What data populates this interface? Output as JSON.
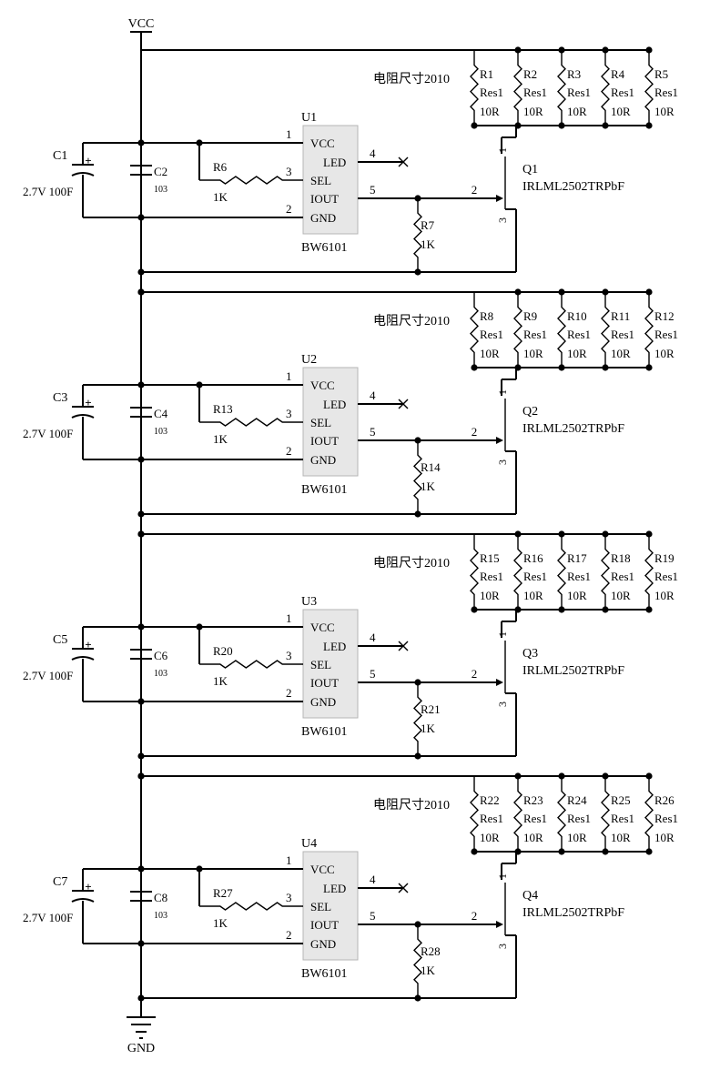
{
  "power": {
    "vcc_label": "VCC",
    "gnd_label": "GND"
  },
  "stages": [
    {
      "note": "电阻尺寸2010",
      "cap_main": {
        "ref": "C1",
        "value": "2.7V 100F"
      },
      "cap_dec": {
        "ref": "C2",
        "value": "103"
      },
      "r_sel": {
        "ref": "R6",
        "value": "1K"
      },
      "chip": {
        "ref": "U1",
        "part": "BW6101"
      },
      "r_gate": {
        "ref": "R7",
        "value": "1K"
      },
      "mosfet": {
        "ref": "Q1",
        "part": "IRLML2502TRPbF"
      },
      "loads": [
        {
          "ref": "R1",
          "type": "Res1",
          "value": "10R"
        },
        {
          "ref": "R2",
          "type": "Res1",
          "value": "10R"
        },
        {
          "ref": "R3",
          "type": "Res1",
          "value": "10R"
        },
        {
          "ref": "R4",
          "type": "Res1",
          "value": "10R"
        },
        {
          "ref": "R5",
          "type": "Res1",
          "value": "10R"
        }
      ]
    },
    {
      "note": "电阻尺寸2010",
      "cap_main": {
        "ref": "C3",
        "value": "2.7V 100F"
      },
      "cap_dec": {
        "ref": "C4",
        "value": "103"
      },
      "r_sel": {
        "ref": "R13",
        "value": "1K"
      },
      "chip": {
        "ref": "U2",
        "part": "BW6101"
      },
      "r_gate": {
        "ref": "R14",
        "value": "1K"
      },
      "mosfet": {
        "ref": "Q2",
        "part": "IRLML2502TRPbF"
      },
      "loads": [
        {
          "ref": "R8",
          "type": "Res1",
          "value": "10R"
        },
        {
          "ref": "R9",
          "type": "Res1",
          "value": "10R"
        },
        {
          "ref": "R10",
          "type": "Res1",
          "value": "10R"
        },
        {
          "ref": "R11",
          "type": "Res1",
          "value": "10R"
        },
        {
          "ref": "R12",
          "type": "Res1",
          "value": "10R"
        }
      ]
    },
    {
      "note": "电阻尺寸2010",
      "cap_main": {
        "ref": "C5",
        "value": "2.7V 100F"
      },
      "cap_dec": {
        "ref": "C6",
        "value": "103"
      },
      "r_sel": {
        "ref": "R20",
        "value": "1K"
      },
      "chip": {
        "ref": "U3",
        "part": "BW6101"
      },
      "r_gate": {
        "ref": "R21",
        "value": "1K"
      },
      "mosfet": {
        "ref": "Q3",
        "part": "IRLML2502TRPbF"
      },
      "loads": [
        {
          "ref": "R15",
          "type": "Res1",
          "value": "10R"
        },
        {
          "ref": "R16",
          "type": "Res1",
          "value": "10R"
        },
        {
          "ref": "R17",
          "type": "Res1",
          "value": "10R"
        },
        {
          "ref": "R18",
          "type": "Res1",
          "value": "10R"
        },
        {
          "ref": "R19",
          "type": "Res1",
          "value": "10R"
        }
      ]
    },
    {
      "note": "电阻尺寸2010",
      "cap_main": {
        "ref": "C7",
        "value": "2.7V 100F"
      },
      "cap_dec": {
        "ref": "C8",
        "value": "103"
      },
      "r_sel": {
        "ref": "R27",
        "value": "1K"
      },
      "chip": {
        "ref": "U4",
        "part": "BW6101"
      },
      "r_gate": {
        "ref": "R28",
        "value": "1K"
      },
      "mosfet": {
        "ref": "Q4",
        "part": "IRLML2502TRPbF"
      },
      "loads": [
        {
          "ref": "R22",
          "type": "Res1",
          "value": "10R"
        },
        {
          "ref": "R23",
          "type": "Res1",
          "value": "10R"
        },
        {
          "ref": "R24",
          "type": "Res1",
          "value": "10R"
        },
        {
          "ref": "R25",
          "type": "Res1",
          "value": "10R"
        },
        {
          "ref": "R26",
          "type": "Res1",
          "value": "10R"
        }
      ]
    }
  ],
  "chip_pins": {
    "names": [
      "VCC",
      "LED",
      "SEL",
      "IOUT",
      "GND"
    ],
    "numbers": [
      "1",
      "4",
      "3",
      "5",
      "2"
    ]
  },
  "mosfet_pins": [
    "1",
    "2",
    "3"
  ],
  "cap_polarity": "+"
}
